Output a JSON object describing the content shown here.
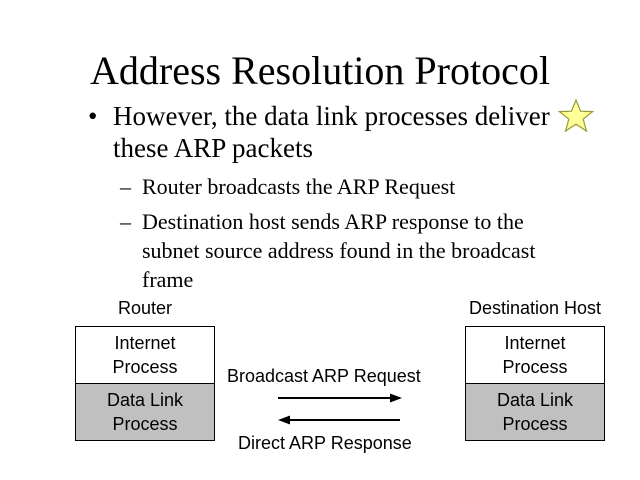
{
  "slide": {
    "title": "Address Resolution Protocol",
    "bullet": {
      "line1": "However, the data link processes deliver",
      "line2": "these ARP packets"
    },
    "subbullets": [
      {
        "lines": [
          "Router broadcasts the ARP Request"
        ]
      },
      {
        "lines": [
          "Destination host sends ARP response to the",
          "subnet source address found in the broadcast",
          "frame"
        ]
      }
    ],
    "symbols": {
      "bullet": "•",
      "dash": "–"
    }
  },
  "diagram": {
    "router": {
      "label": "Router",
      "top_box": "Internet\nProcess",
      "bottom_box": "Data Link\nProcess"
    },
    "destination": {
      "label": "Destination Host",
      "top_box": "Internet\nProcess",
      "bottom_box": "Data Link\nProcess"
    },
    "broadcast_label": "Broadcast ARP Request",
    "response_label": "Direct ARP Response"
  },
  "colors": {
    "data_link_fill": "#c0c0c0",
    "star_fill": "#ffff99",
    "star_stroke": "#999933"
  },
  "icons": {
    "star": "star-icon"
  }
}
